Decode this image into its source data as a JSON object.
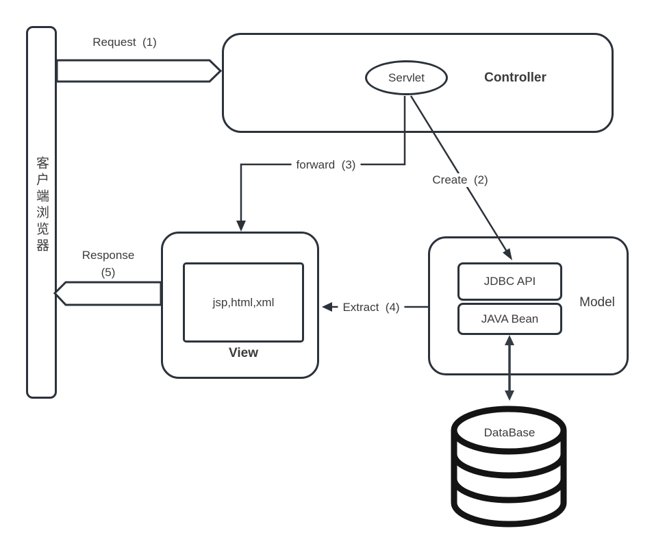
{
  "diagram": {
    "client": {
      "label": "客户端浏览器"
    },
    "controller": {
      "title": "Controller",
      "servlet_label": "Servlet"
    },
    "view": {
      "title": "View",
      "content_label": "jsp,html,xml"
    },
    "model": {
      "title": "Model",
      "components": [
        "JDBC API",
        "JAVA Bean"
      ]
    },
    "database": {
      "label": "DataBase"
    },
    "flows": {
      "request": "Request  (1)",
      "create": "Create  (2)",
      "forward": "forward  (3)",
      "extract": "Extract  (4)",
      "response": "Response",
      "response_step": "(5)"
    },
    "colors": {
      "stroke": "#2b323a",
      "text": "#3b3b3b",
      "database_stroke": "#141414"
    }
  }
}
